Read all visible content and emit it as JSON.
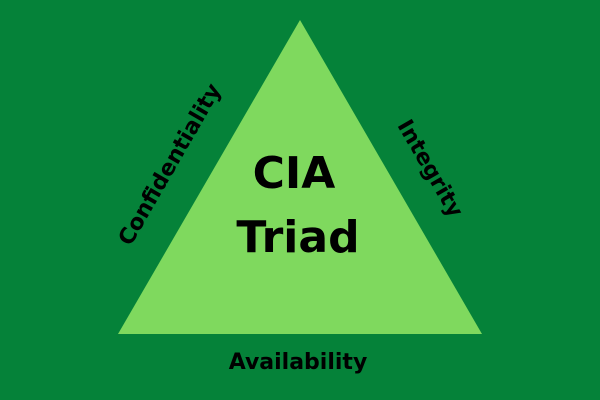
{
  "colors": {
    "background": "#058239",
    "triangle": "#7fd95e",
    "text": "#000000"
  },
  "diagram": {
    "title_line1": "CIA",
    "title_line2": "Triad",
    "left_side": "Confidentiality",
    "right_side": "Integrity",
    "bottom_side": "Availability"
  }
}
